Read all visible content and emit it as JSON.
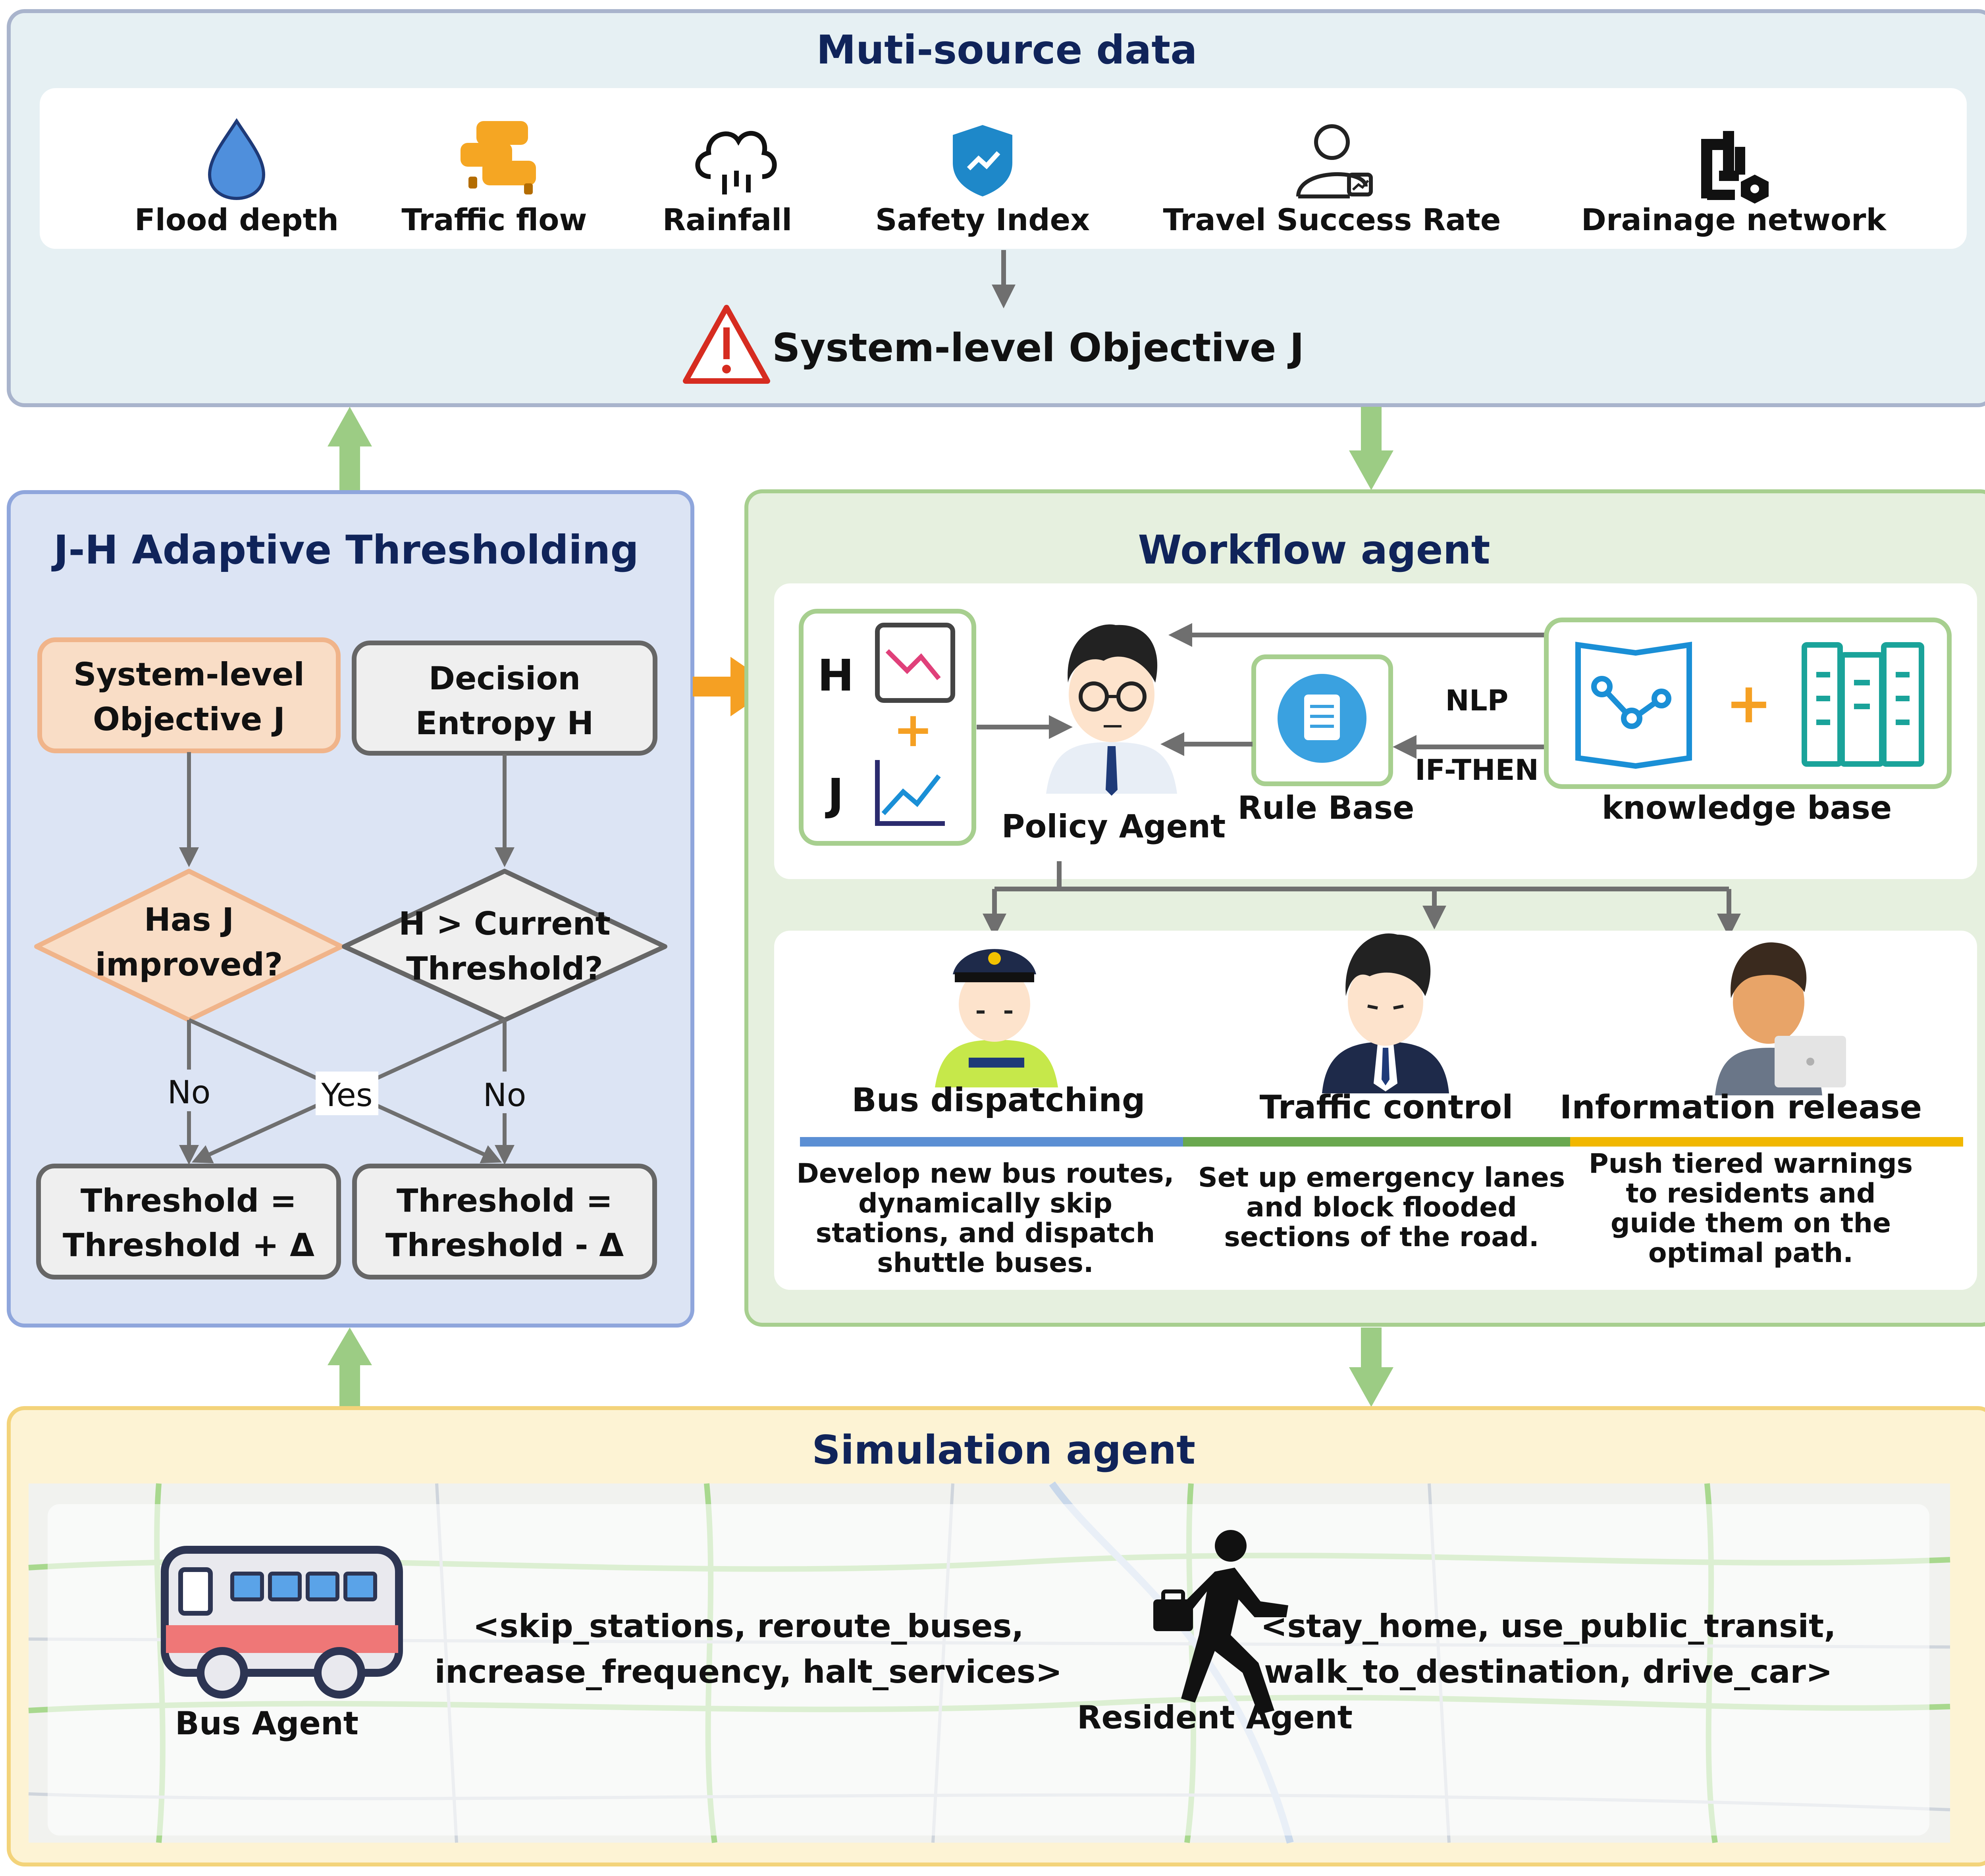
{
  "top": {
    "title": "Muti-source data",
    "sources": [
      {
        "label": "Flood depth",
        "icon": "water-drop-icon"
      },
      {
        "label": "Traffic flow",
        "icon": "traffic-cars-icon"
      },
      {
        "label": "Rainfall",
        "icon": "rain-cloud-icon"
      },
      {
        "label": "Safety Index",
        "icon": "safety-shield-icon"
      },
      {
        "label": "Travel Success Rate",
        "icon": "user-chart-icon"
      },
      {
        "label": "Drainage network",
        "icon": "drainage-pipes-icon"
      }
    ],
    "objective": "System-level Objective J"
  },
  "threshold": {
    "title": "J-H Adaptive Thresholding",
    "objective_box_line1": "System-level",
    "objective_box_line2": "Objective J",
    "entropy_box_line1": "Decision",
    "entropy_box_line2": "Entropy H",
    "diamond_j_line1": "Has J",
    "diamond_j_line2": "improved?",
    "diamond_h_line1": "H > Current",
    "diamond_h_line2": "Threshold?",
    "no_left": "No",
    "yes": "Yes",
    "no_right": "No",
    "increase_line1": "Threshold =",
    "increase_line2": "Threshold + Δ",
    "decrease_line1": "Threshold =",
    "decrease_line2": "Threshold - Δ"
  },
  "workflow": {
    "title": "Workflow agent",
    "h_label": "H",
    "j_label": "J",
    "plus": "+",
    "policy_agent": "Policy Agent",
    "rule_base": "Rule Base",
    "nlp": "NLP",
    "if_then": "IF-THEN",
    "knowledge_base": "knowledge base",
    "actions": [
      {
        "title": "Bus dispatching",
        "color": "#5b8fd4",
        "desc": [
          "Develop new bus routes,",
          "dynamically skip",
          "stations, and dispatch",
          "shuttle buses."
        ]
      },
      {
        "title": "Traffic control",
        "color": "#6aa84f",
        "desc": [
          "Set up emergency lanes",
          "and block flooded",
          "sections of the road."
        ]
      },
      {
        "title": "Information release",
        "color": "#f1b700",
        "desc": [
          "Push tiered warnings",
          "to residents and",
          "guide them on the",
          "optimal path."
        ]
      }
    ]
  },
  "simulation": {
    "title": "Simulation agent",
    "bus_agent": "Bus Agent",
    "bus_actions_line1": "<skip_stations, reroute_buses,",
    "bus_actions_line2": "increase_frequency, halt_services>",
    "resident_agent": "Resident Agent",
    "resident_actions_line1": "<stay_home, use_public_transit,",
    "resident_actions_line2": "walk_to_destination, drive_car>"
  },
  "colors": {
    "top_panel_fill": "#e6f0f3",
    "threshold_panel_fill": "#dce4f4",
    "workflow_panel_fill": "#e6f0df",
    "simulation_panel_fill": "#fdf3d4",
    "flow_arrow": "#9ccc84",
    "objective_box": "#f9ddc6",
    "orange_arrow": "#f5a023",
    "warning_red": "#d62c20"
  }
}
